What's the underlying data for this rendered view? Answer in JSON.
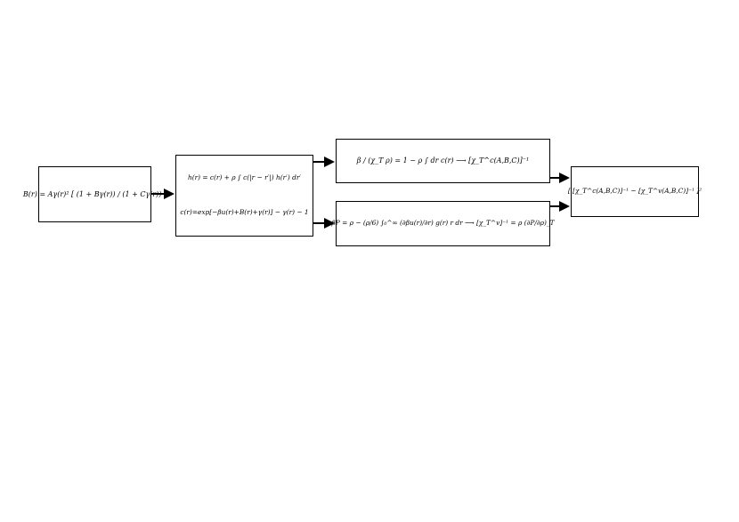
{
  "nodes": {
    "bridge_function": "B(r) = Aγ(r)² [ (1 + Bγ(r)) / (1 + Cγ(r)) ]",
    "oz_equation": "h(r) = c(r) + ρ ∫ c(|r − r′|) h(r′) dr′",
    "closure": "c(r)=exp[−βu(r)+B(r)+γ(r)] − γ(r) − 1",
    "compressibility_route": "β / (χ_T ρ) = 1 − ρ ∫ dr c(r) ⟶ [χ_T^c(A,B,C)]⁻¹",
    "virial_route": "βP = ρ − (ρ/6) ∫₀^∞ (∂βu(r)/∂r) g(r) r dr ⟶ [χ_T^v]⁻¹ = ρ (∂P/∂ρ)_T",
    "consistency": "[ [χ_T^c(A,B,C)]⁻¹ − [χ_T^v(A,B,C)]⁻¹ ]²"
  },
  "edges": [
    {
      "from": "bridge_function",
      "to": "oz_equation"
    },
    {
      "from": "oz_equation",
      "to": "compressibility_route"
    },
    {
      "from": "oz_equation",
      "to": "virial_route"
    },
    {
      "from": "compressibility_route",
      "to": "consistency"
    },
    {
      "from": "virial_route",
      "to": "consistency"
    }
  ],
  "colors": {
    "stroke": "#000000",
    "background": "#ffffff"
  }
}
